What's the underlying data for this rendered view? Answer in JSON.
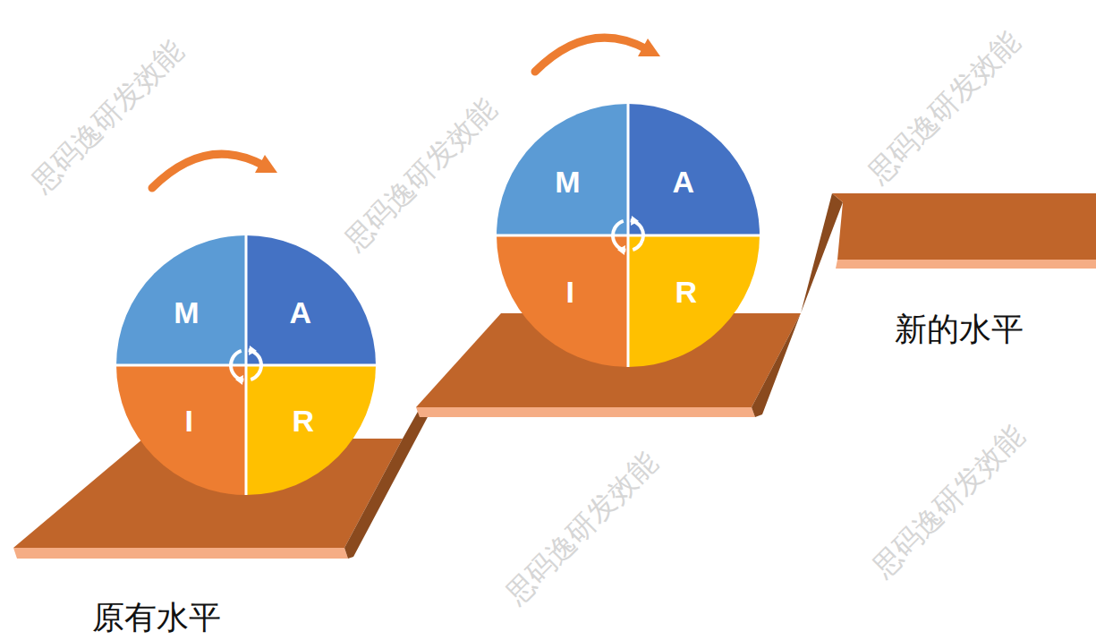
{
  "diagram": {
    "nodes": [
      {
        "text": [
          "M",
          "A",
          "I",
          "R"
        ]
      },
      {
        "text": [
          "M",
          "A",
          "I",
          "R"
        ]
      }
    ],
    "labels": [
      "原有水平",
      "新的水平",
      "思码逸研发效能",
      "思码逸研发效能",
      "思码逸研发效能",
      "思码逸研发效能",
      "思码逸研发效能"
    ]
  }
}
